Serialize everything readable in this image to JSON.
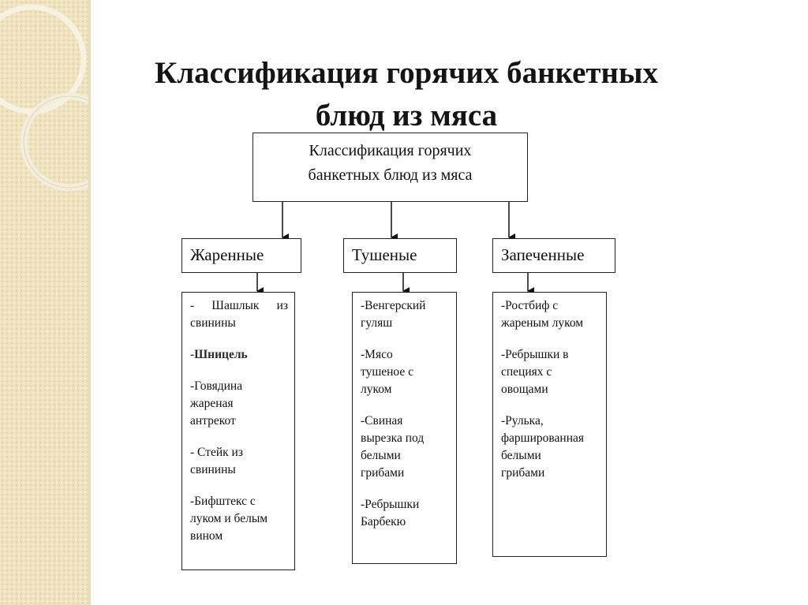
{
  "title": {
    "line1": "Классификация горячих банкетных",
    "line2": "блюд из мяса"
  },
  "root": {
    "line1": "Классификация горячих",
    "line2": "банкетных блюд из мяса"
  },
  "categories": [
    {
      "label": "Жаренные",
      "items": [
        {
          "l1": "- Шашлык из",
          "l2": "свинины"
        },
        {
          "l1": "-Шницель"
        },
        {
          "l1": "-Говядина",
          "l2": "жареная",
          "l3": "антрекот"
        },
        {
          "l1": "- Стейк из",
          "l2": "свинины"
        },
        {
          "l1": "-Бифштекс с",
          "l2": "луком и белым",
          "l3": "вином"
        }
      ]
    },
    {
      "label": "Тушеные",
      "items": [
        {
          "l1": "-Венгерский",
          "l2": "гуляш"
        },
        {
          "l1": "-Мясо",
          "l2": "тушеное с",
          "l3": "луком"
        },
        {
          "l1": "-Свиная",
          "l2": "вырезка под",
          "l3": "белыми",
          "l4": "грибами"
        },
        {
          "l1": "-Ребрышки",
          "l2": "Барбекю"
        }
      ]
    },
    {
      "label": "Запеченные",
      "items": [
        {
          "l1": "-Ростбиф с",
          "l2": "жареным луком"
        },
        {
          "l1": "-Ребрышки в",
          "l2": "специях с",
          "l3": "овощами"
        },
        {
          "l1": "-Рулька,",
          "l2": "фаршированная",
          "l3": "белыми",
          "l4": "грибами"
        }
      ]
    }
  ]
}
